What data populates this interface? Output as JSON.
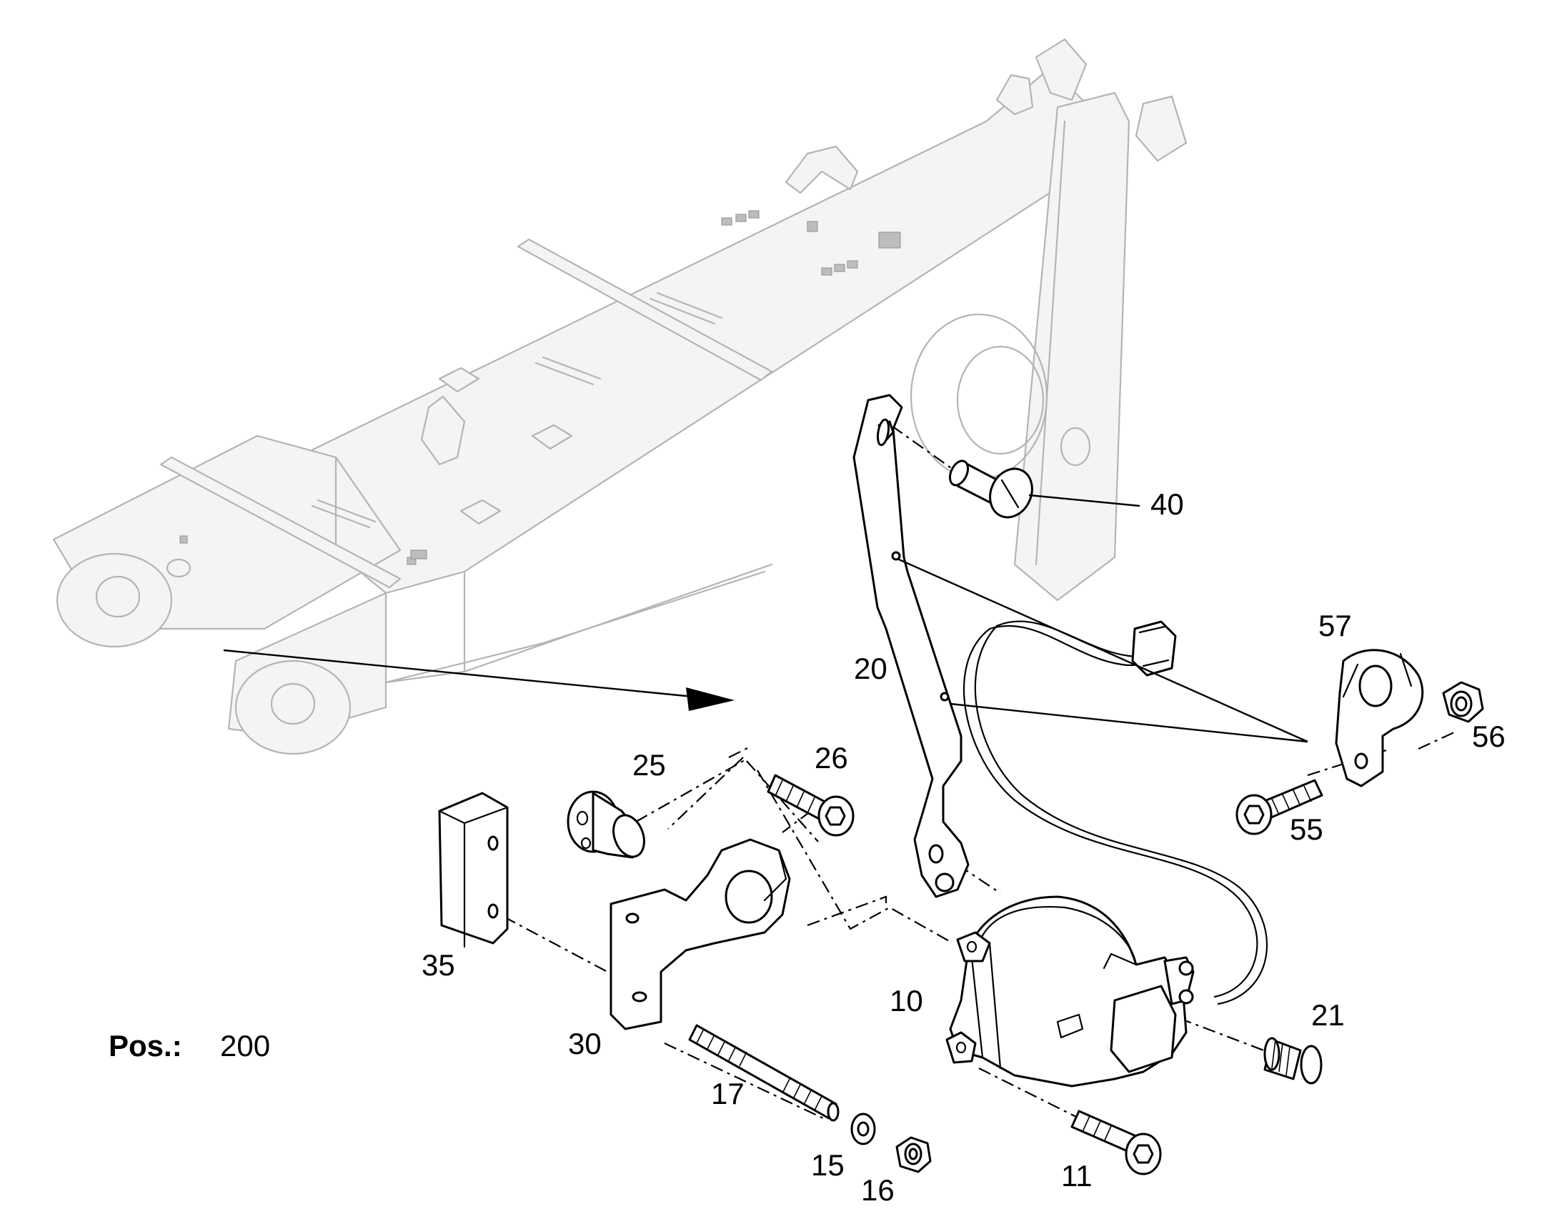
{
  "position": {
    "label": "Pos.:",
    "value": "200"
  },
  "callouts": [
    {
      "id": "40",
      "part": "pin"
    },
    {
      "id": "20",
      "part": "bracket-arm"
    },
    {
      "id": "57",
      "part": "cable-clamp"
    },
    {
      "id": "56",
      "part": "nut"
    },
    {
      "id": "55",
      "part": "socket-head-screw"
    },
    {
      "id": "25",
      "part": "bushing"
    },
    {
      "id": "26",
      "part": "socket-head-screw"
    },
    {
      "id": "35",
      "part": "spacer-block"
    },
    {
      "id": "30",
      "part": "mounting-plate"
    },
    {
      "id": "10",
      "part": "sensor"
    },
    {
      "id": "21",
      "part": "countersunk-screw"
    },
    {
      "id": "17",
      "part": "threaded-stud"
    },
    {
      "id": "15",
      "part": "washer"
    },
    {
      "id": "16",
      "part": "nut"
    },
    {
      "id": "11",
      "part": "socket-head-screw"
    }
  ]
}
